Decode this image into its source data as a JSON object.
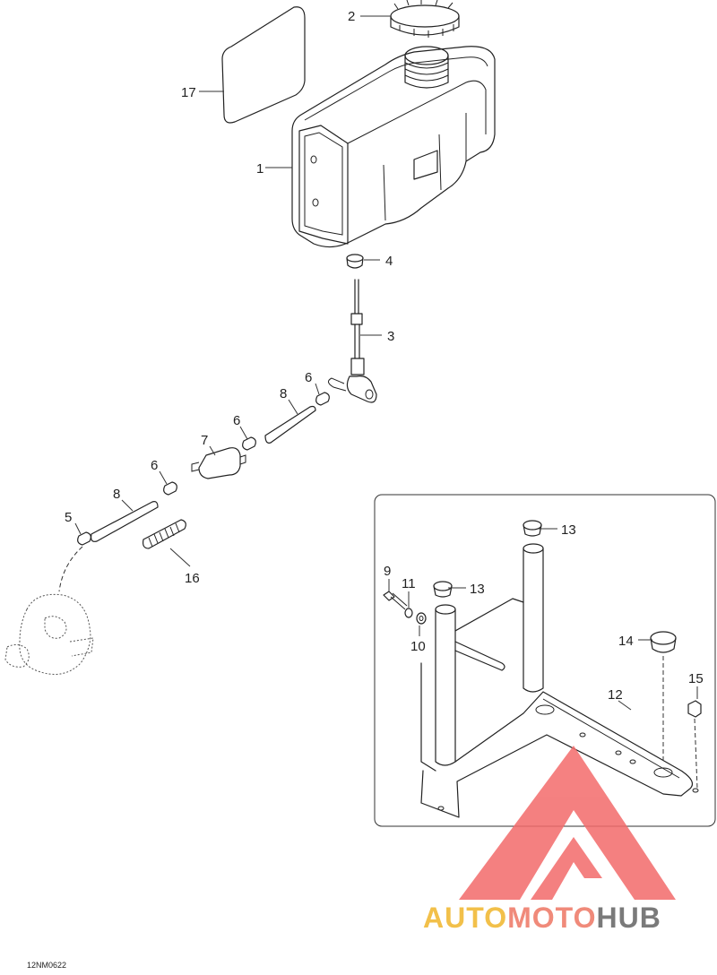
{
  "diagram": {
    "callouts": {
      "c1": "1",
      "c2": "2",
      "c3": "3",
      "c4": "4",
      "c5": "5",
      "c6a": "6",
      "c6b": "6",
      "c6c": "6",
      "c7": "7",
      "c8a": "8",
      "c8b": "8",
      "c9": "9",
      "c10": "10",
      "c11": "11",
      "c12": "12",
      "c13a": "13",
      "c13b": "13",
      "c14": "14",
      "c15": "15",
      "c16": "16",
      "c17": "17"
    },
    "drawing_code": "12NM0622"
  },
  "watermark": {
    "part1": "AUTO",
    "part2": "MOTO",
    "part3": "HUB",
    "colors": {
      "auto": "#f2c04a",
      "moto": "#f08a7a",
      "hub": "#7a7a7a",
      "logo": "#f36b6b"
    }
  }
}
